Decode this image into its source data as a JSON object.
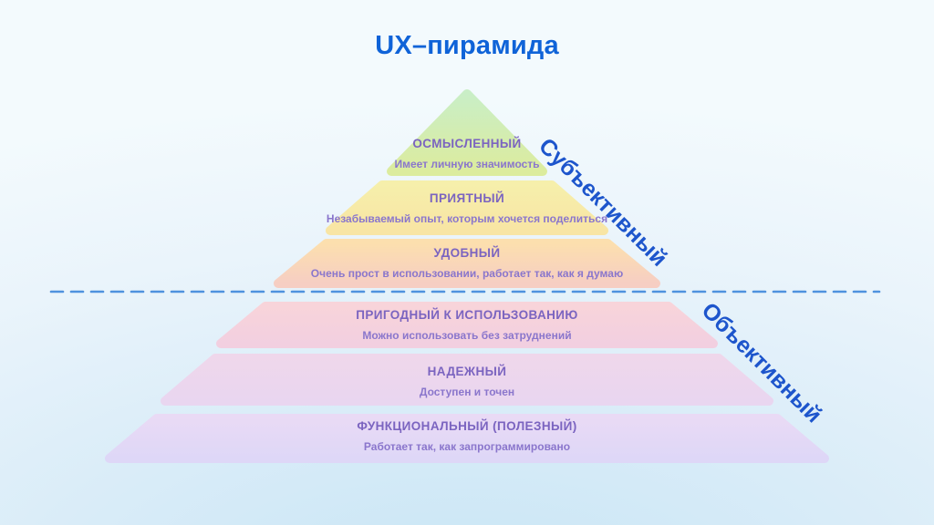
{
  "title": "UX–пирамида",
  "side_labels": {
    "subjective": "Субъективный",
    "objective": "Объективный"
  },
  "levels": [
    {
      "name": "ОСМЫСЛЕННЫЙ",
      "description": "Имеет личную значимость",
      "color_top": "#c9eec6",
      "color_bottom": "#dcec9e"
    },
    {
      "name": "ПРИЯТНЫЙ",
      "description": "Незабываемый опыт, которым хочется поделиться",
      "color_top": "#f6efab",
      "color_bottom": "#f8e5a4"
    },
    {
      "name": "УДОБНЫЙ",
      "description": "Очень прост в использовании, работает так, как я думаю",
      "color_top": "#fcdfae",
      "color_bottom": "#f6cec3"
    },
    {
      "name": "ПРИГОДНЫЙ К ИСПОЛЬЗОВАНИЮ",
      "description": "Можно использовать без затруднений",
      "color_top": "#f8d4da",
      "color_bottom": "#f2cfe0"
    },
    {
      "name": "НАДЕЖНЫЙ",
      "description": "Доступен и точен",
      "color_top": "#efd7eb",
      "color_bottom": "#e9d6f0"
    },
    {
      "name": "ФУНКЦИОНАЛЬНЫЙ (ПОЛЕЗНЫЙ)",
      "description": "Работает так, как запрограммировано",
      "color_top": "#e9daf5",
      "color_bottom": "#ded7f7"
    }
  ],
  "divider": {
    "type": "dashed-line",
    "meaning": "boundary between subjective and objective levels"
  },
  "colors": {
    "title_text": "#0f63d8",
    "side_label_text": "#1d55cc",
    "divider_line": "#4f92de",
    "level_heading_text": "#7b64c0",
    "level_description_text": "#8a76cc",
    "background_top": "#f3fafd",
    "background_bottom": "#c7e5f5"
  }
}
